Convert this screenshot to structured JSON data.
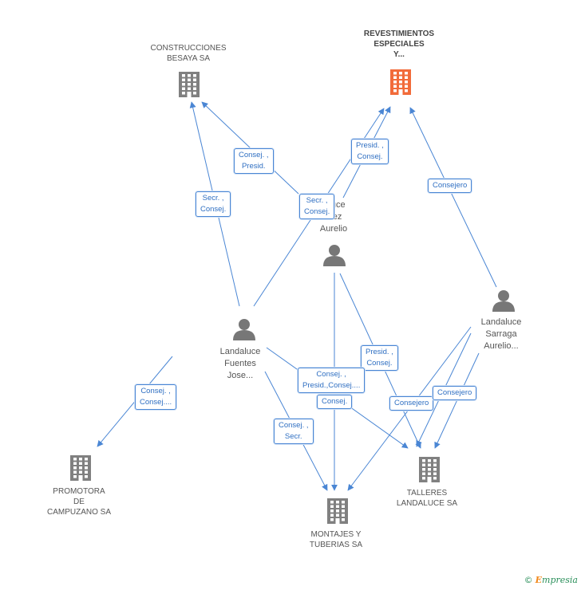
{
  "colors": {
    "edge": "#4a86d4",
    "company": "#808080",
    "company_highlight": "#f26b3a",
    "person": "#777777"
  },
  "nodes": [
    {
      "id": "construcciones",
      "kind": "company",
      "label": "CONSTRUCCIONES\nBESAYA SA",
      "highlight": false
    },
    {
      "id": "revestimientos",
      "kind": "company",
      "label": "REVESTIMIENTOS\nESPECIALES\nY...",
      "highlight": true
    },
    {
      "id": "promotora",
      "kind": "company",
      "label": "PROMOTORA\nDE\nCAMPUZANO SA",
      "highlight": false
    },
    {
      "id": "montajes",
      "kind": "company",
      "label": "MONTAJES Y\nTUBERIAS SA",
      "highlight": false
    },
    {
      "id": "talleres",
      "kind": "company",
      "label": "TALLERES\nLANDALUCE SA",
      "highlight": false
    },
    {
      "id": "person_mid",
      "kind": "person",
      "label": "...luce\n...ez\nAurelio",
      "highlight": false
    },
    {
      "id": "person_fuentes",
      "kind": "person",
      "label": "Landaluce\nFuentes\nJose...",
      "highlight": false
    },
    {
      "id": "person_sarraga",
      "kind": "person",
      "label": "Landaluce\nSarraga\nAurelio...",
      "highlight": false
    }
  ],
  "edge_labels": [
    {
      "id": "e1",
      "text": "Consej. ,\nPresid."
    },
    {
      "id": "e2",
      "text": "Presid. ,\nConsej."
    },
    {
      "id": "e3",
      "text": "Secr. ,\nConsej."
    },
    {
      "id": "e4",
      "text": "Secr. ,\nConsej."
    },
    {
      "id": "e5",
      "text": "Consejero"
    },
    {
      "id": "e6",
      "text": "Presid. ,\nConsej."
    },
    {
      "id": "e7",
      "text": "Consej. ,\nPresid.,Consej...."
    },
    {
      "id": "e8",
      "text": "Consej."
    },
    {
      "id": "e9",
      "text": "Consejero"
    },
    {
      "id": "e10",
      "text": "Consejero"
    },
    {
      "id": "e11",
      "text": "Consej. ,\nConsej...."
    },
    {
      "id": "e12",
      "text": "Consej. ,\nSecr."
    }
  ],
  "footer": {
    "copyright": "©",
    "brand_first": "E",
    "brand_rest": "mpresia"
  }
}
